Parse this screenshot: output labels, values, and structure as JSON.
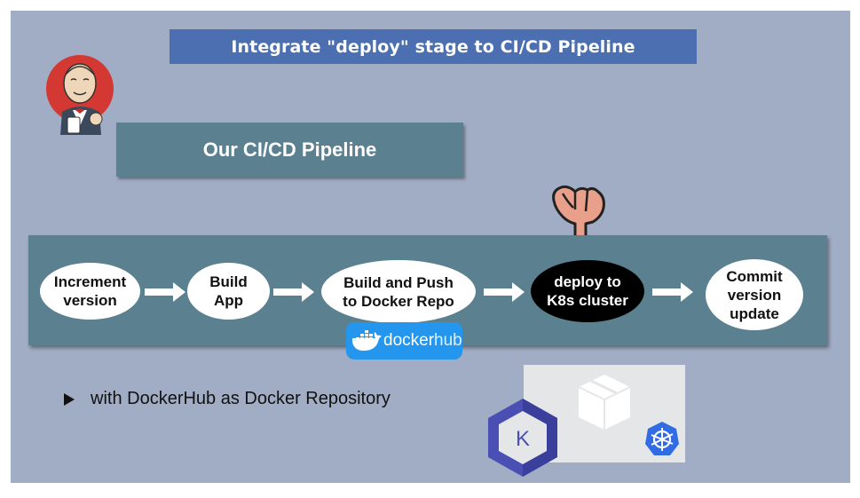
{
  "title": "Integrate \"deploy\" stage to CI/CD Pipeline",
  "subtitle": "Our CI/CD Pipeline",
  "pipeline": {
    "stages": [
      {
        "label": "Increment\nversion",
        "active": false
      },
      {
        "label": "Build\nApp",
        "active": false
      },
      {
        "label": "Build and Push\nto Docker Repo",
        "active": false
      },
      {
        "label": "deploy to\nK8s cluster",
        "active": true
      },
      {
        "label": "Commit\nversion\nupdate",
        "active": false
      }
    ]
  },
  "dockerhub_badge": {
    "text_docker": "docker",
    "text_hub": "hub"
  },
  "bullet": "with DockerHub as Docker Repository",
  "icons": [
    "jenkins-logo-icon",
    "pointing-hand-icon",
    "docker-whale-icon",
    "eks-icon",
    "cube-icon",
    "kubernetes-helm-icon"
  ],
  "colors": {
    "background": "#a0adc4",
    "title_banner": "#4b6fb0",
    "pipeline_band": "#5b8190",
    "dockerhub_blue": "#2496ed",
    "active_stage": "#000000"
  }
}
